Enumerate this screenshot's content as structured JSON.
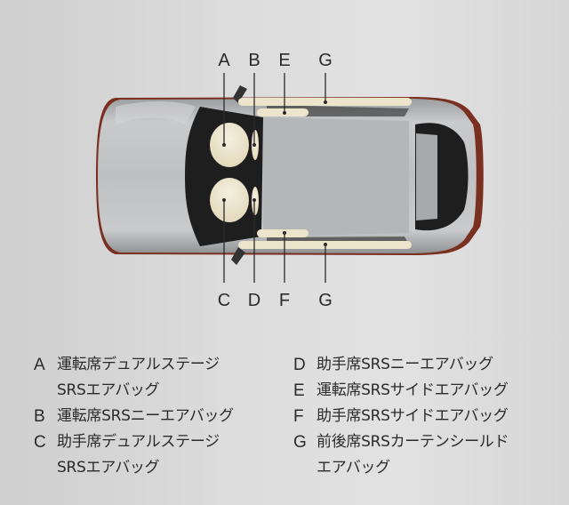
{
  "diagram": {
    "labels_top": [
      "A",
      "B",
      "E",
      "G"
    ],
    "labels_bottom": [
      "C",
      "D",
      "F",
      "G"
    ],
    "colors": {
      "airbag": "#ede4cc",
      "line": "#2a2a2a",
      "body": "#b8b9bb",
      "glass": "#1e1e1e",
      "tail": "#9a3a20"
    }
  },
  "legend": {
    "left": [
      {
        "key": "A",
        "lines": [
          "運転席デュアルステージ",
          "SRSエアバッグ"
        ]
      },
      {
        "key": "B",
        "lines": [
          "運転席SRSニーエアバッグ"
        ]
      },
      {
        "key": "C",
        "lines": [
          "助手席デュアルステージ",
          "SRSエアバッグ"
        ]
      }
    ],
    "right": [
      {
        "key": "D",
        "lines": [
          "助手席SRSニーエアバッグ"
        ]
      },
      {
        "key": "E",
        "lines": [
          "運転席SRSサイドエアバッグ"
        ]
      },
      {
        "key": "F",
        "lines": [
          "助手席SRSサイドエアバッグ"
        ]
      },
      {
        "key": "G",
        "lines": [
          "前後席SRSカーテンシールド",
          "エアバッグ"
        ]
      }
    ]
  }
}
